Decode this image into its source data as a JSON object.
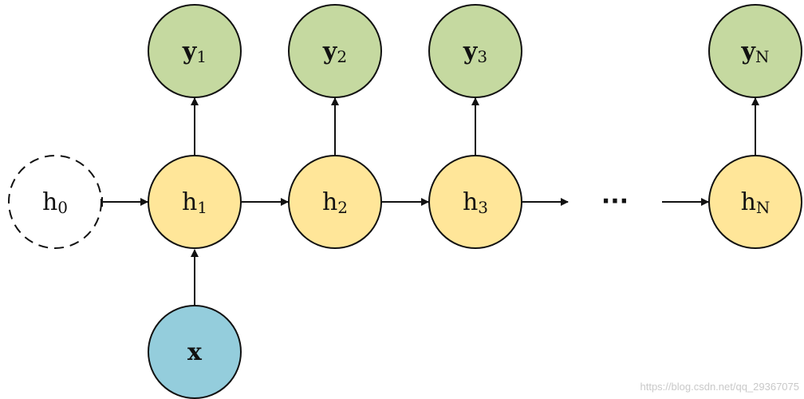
{
  "colors": {
    "hidden_fill": "#FFE699",
    "output_fill": "#C5D9A0",
    "input_fill": "#94CDDC",
    "initial_fill": "#FFFFFF",
    "stroke": "#111111"
  },
  "nodes": {
    "h0": {
      "main": "h",
      "sub": "0"
    },
    "h1": {
      "main": "h",
      "sub": "1"
    },
    "h2": {
      "main": "h",
      "sub": "2"
    },
    "h3": {
      "main": "h",
      "sub": "3"
    },
    "hN": {
      "main": "h",
      "sub": "N"
    },
    "y1": {
      "main": "y",
      "sub": "1"
    },
    "y2": {
      "main": "y",
      "sub": "2"
    },
    "y3": {
      "main": "y",
      "sub": "3"
    },
    "yN": {
      "main": "y",
      "sub": "N"
    },
    "x": {
      "main": "x"
    }
  },
  "ellipsis": "···",
  "watermark": "https://blog.csdn.net/qq_29367075"
}
